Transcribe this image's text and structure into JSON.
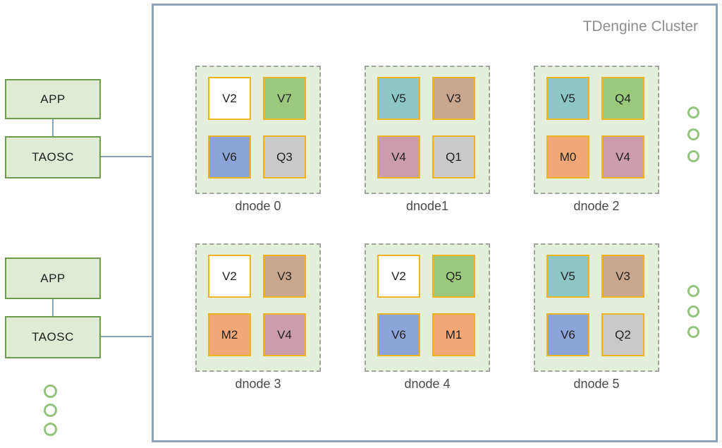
{
  "colors": {
    "app_box_fill": "#dfecd3",
    "app_box_border": "#6d9c50",
    "cluster_border": "#90a3bd",
    "cluster_title_text": "#8e8e8e",
    "dnode_fill": "#e4efdb",
    "dnode_dash_border": "#a3a3a3",
    "cell_border": "#eeb41f",
    "ellipsis_dot": "#93c47d",
    "connector_line": "#8ba0bb",
    "cell_white": "#ffffff",
    "cell_green": "#9cc97e",
    "cell_blue": "#8da4d9",
    "cell_gray": "#c9c9c9",
    "cell_teal": "#8cc6c6",
    "cell_tan": "#c8a690",
    "cell_rose": "#cb9cab",
    "cell_orange": "#f2a876"
  },
  "left": {
    "stacks": [
      {
        "app": "APP",
        "taosc": "TAOSC"
      },
      {
        "app": "APP",
        "taosc": "TAOSC"
      }
    ]
  },
  "cluster": {
    "title": "TDengine Cluster",
    "dnodes": [
      {
        "label": "dnode 0",
        "cells": [
          {
            "label": "V2",
            "color": "#ffffff"
          },
          {
            "label": "V7",
            "color": "#9cc97e"
          },
          {
            "label": "V6",
            "color": "#8da4d9"
          },
          {
            "label": "Q3",
            "color": "#c9c9c9"
          }
        ]
      },
      {
        "label": "dnode1",
        "cells": [
          {
            "label": "V5",
            "color": "#8cc6c6"
          },
          {
            "label": "V3",
            "color": "#c8a690"
          },
          {
            "label": "V4",
            "color": "#cb9cab"
          },
          {
            "label": "Q1",
            "color": "#c9c9c9"
          }
        ]
      },
      {
        "label": "dnode 2",
        "cells": [
          {
            "label": "V5",
            "color": "#8cc6c6"
          },
          {
            "label": "Q4",
            "color": "#9cc97e"
          },
          {
            "label": "M0",
            "color": "#f2a876"
          },
          {
            "label": "V4",
            "color": "#cb9cab"
          }
        ]
      },
      {
        "label": "dnode 3",
        "cells": [
          {
            "label": "V2",
            "color": "#ffffff"
          },
          {
            "label": "V3",
            "color": "#c8a690"
          },
          {
            "label": "M2",
            "color": "#f2a876"
          },
          {
            "label": "V4",
            "color": "#cb9cab"
          }
        ]
      },
      {
        "label": "dnode 4",
        "cells": [
          {
            "label": "V2",
            "color": "#ffffff"
          },
          {
            "label": "Q5",
            "color": "#9cc97e"
          },
          {
            "label": "V6",
            "color": "#8da4d9"
          },
          {
            "label": "M1",
            "color": "#f2a876"
          }
        ]
      },
      {
        "label": "dnode 5",
        "cells": [
          {
            "label": "V5",
            "color": "#8cc6c6"
          },
          {
            "label": "V3",
            "color": "#c8a690"
          },
          {
            "label": "V6",
            "color": "#8da4d9"
          },
          {
            "label": "Q2",
            "color": "#c9c9c9"
          }
        ]
      }
    ]
  }
}
